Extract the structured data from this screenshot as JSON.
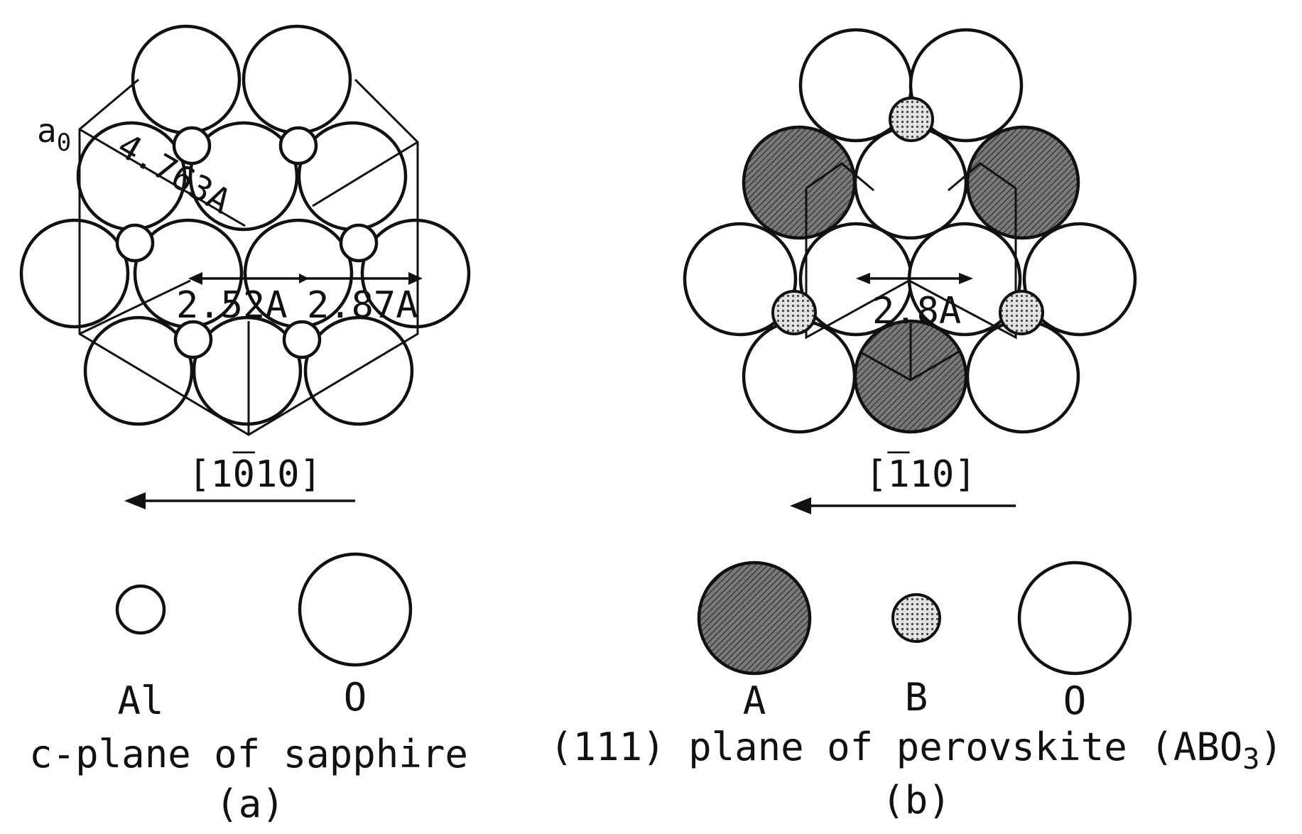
{
  "panel_a": {
    "lattice_param_label": "a",
    "lattice_param_sub": "0",
    "lattice_param_value": "4.763A",
    "dist1": "2.52A",
    "dist2": "2.87A",
    "direction": "[1010]",
    "direction_overbar_digit_index": 2,
    "legend_small": "Al",
    "legend_large": "O",
    "caption": "c-plane of sapphire",
    "letter": "(a)"
  },
  "panel_b": {
    "dist": "2.8A",
    "direction": "[110]",
    "direction_overbar_digit_index": 1,
    "legend_a": "A",
    "legend_b": "B",
    "legend_o": "O",
    "caption_prefix": "(111) plane of perovskite (ABO",
    "caption_sub": "3",
    "caption_suffix": ")",
    "letter": "(b)"
  },
  "colors": {
    "ink": "#111111",
    "a_site_fill": "#6b6b6b",
    "b_site_fill": "#bdbdbd"
  }
}
